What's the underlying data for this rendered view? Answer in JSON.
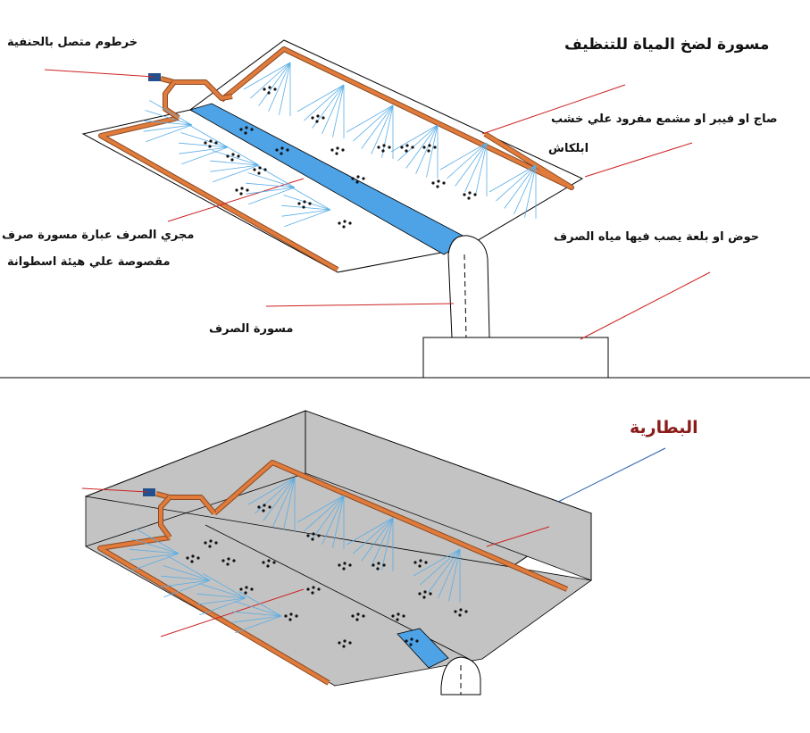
{
  "top": {
    "title": "مسورة لضخ المياة للتنظيف",
    "hose_label": "خرطوم متصل بالحنفية",
    "plate_label_line1": "صاج او فيبر او مشمع مفرود علي خشب",
    "plate_label_line2": "ابلكاش",
    "channel_label_line1": "مجري الصرف عبارة مسورة صرف",
    "channel_label_line2": "مقصوصة علي هيئة اسطوانة",
    "basin_label": "حوض او بلعة  يصب فيها مياه الصرف",
    "drain_pipe_label": "مسورة الصرف"
  },
  "bottom": {
    "battery_label": "البطارية"
  },
  "colors": {
    "pipe": "#e07b3c",
    "pipe_edge": "#8a4a22",
    "channel": "#4da3e6",
    "spray": "#5aaee6",
    "leader_red": "#cc2222",
    "leader_blue": "#2255aa",
    "box_fill": "#c3c3c3",
    "dirt": "#111111"
  }
}
